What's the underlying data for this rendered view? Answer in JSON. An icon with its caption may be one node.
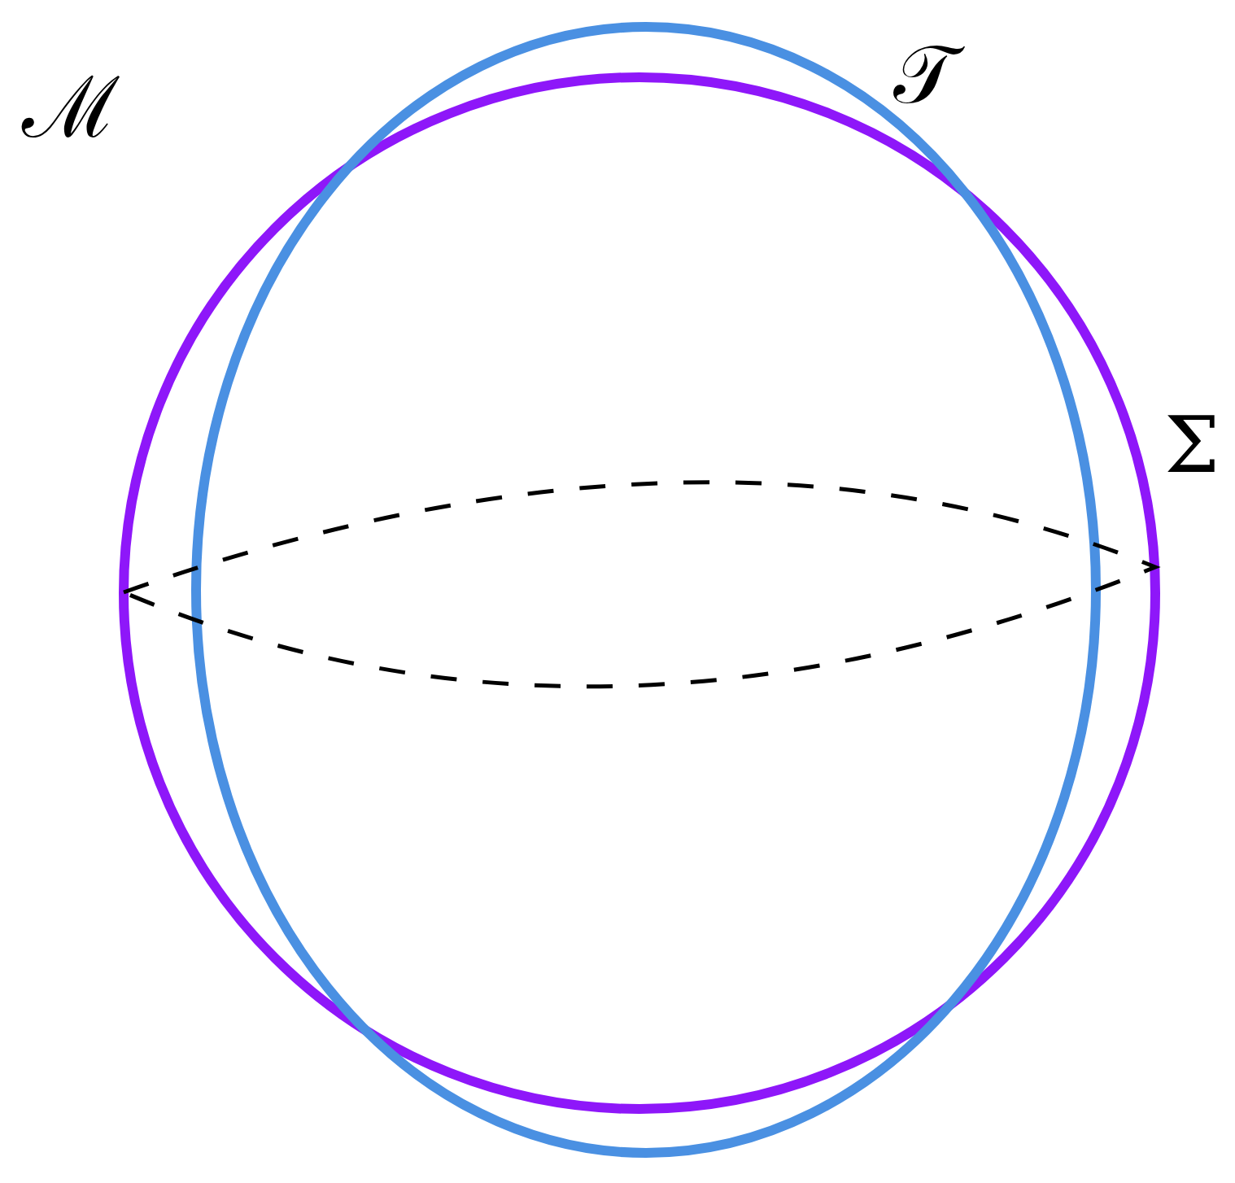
{
  "diagram": {
    "labels": [
      "ℳ",
      "𝒯",
      "Σ"
    ]
  }
}
